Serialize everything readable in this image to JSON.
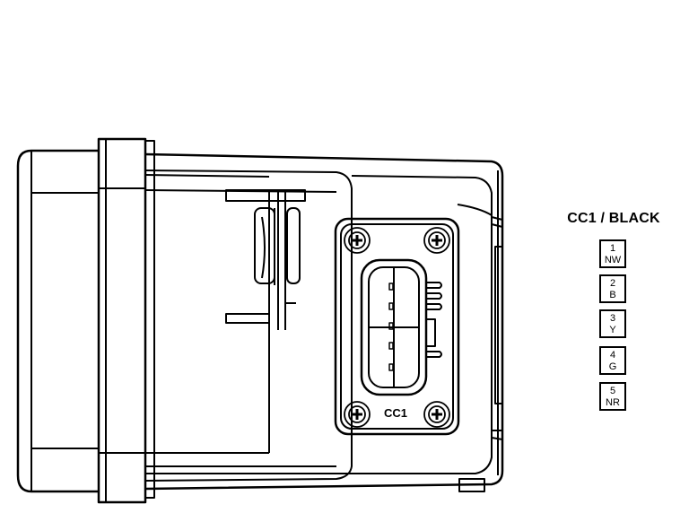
{
  "diagram": {
    "connector_label": "CC1",
    "legend_title": "CC1 / BLACK",
    "pins": [
      {
        "number": "1",
        "wire": "NW"
      },
      {
        "number": "2",
        "wire": "B"
      },
      {
        "number": "3",
        "wire": "Y"
      },
      {
        "number": "4",
        "wire": "G"
      },
      {
        "number": "5",
        "wire": "NR"
      }
    ],
    "colors": {
      "line": "#000000",
      "background": "#ffffff"
    }
  }
}
